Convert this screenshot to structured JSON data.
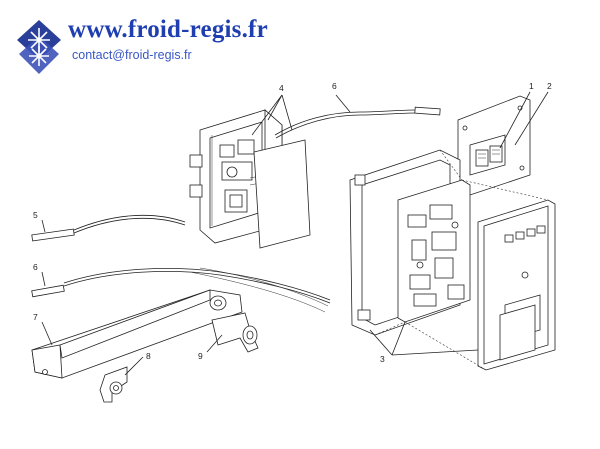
{
  "header": {
    "site_url": "www.froid-regis.fr",
    "contact_email": "contact@froid-regis.fr",
    "logo_icon": "snowflake-logo-icon"
  },
  "callouts": {
    "c1": "1",
    "c2": "2",
    "c3": "3",
    "c4": "4",
    "c5": "5",
    "c6_top": "6",
    "c6_left": "6",
    "c7": "7",
    "c8": "8",
    "c9": "9"
  },
  "colors": {
    "brand_blue": "#1f3fb0",
    "logo_blue": "#2a3f9a",
    "line": "#222222"
  }
}
